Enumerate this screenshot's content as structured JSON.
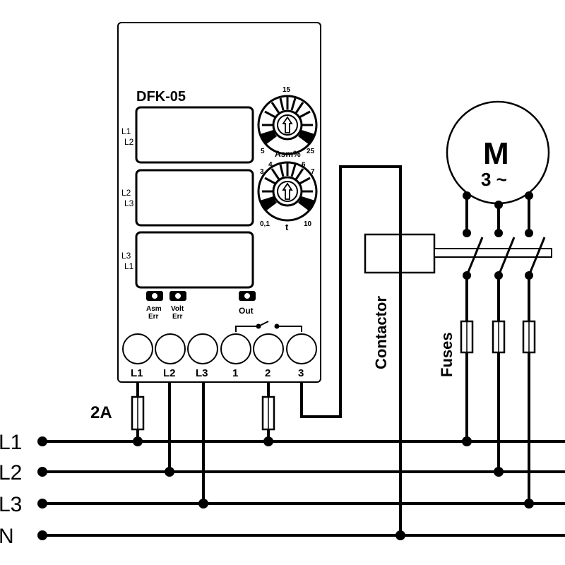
{
  "device": {
    "model": "DFK-05",
    "displays": [
      {
        "line_a": "L1",
        "line_b": "L2"
      },
      {
        "line_a": "L2",
        "line_b": "L3"
      },
      {
        "line_a": "L3",
        "line_b": "L1"
      }
    ],
    "knob_asym": {
      "label": "Asm%",
      "min": "5",
      "mid": "15",
      "max": "25"
    },
    "knob_time": {
      "label": "t",
      "min": "0,1",
      "t3": "3",
      "t4": "4",
      "t6": "6",
      "t7": "7",
      "max": "10"
    },
    "leds": [
      {
        "line1": "Asm",
        "line2": "Err"
      },
      {
        "line1": "Volt",
        "line2": "Err"
      },
      {
        "line1": "Out",
        "line2": ""
      }
    ],
    "terminals": [
      "L1",
      "L2",
      "L3",
      "1",
      "2",
      "3"
    ]
  },
  "labels": {
    "fuse_rating": "2A",
    "contactor": "Contactor",
    "fuses": "Fuses",
    "motor_letter": "M",
    "motor_phase": "3 ~"
  },
  "lines": [
    "L1",
    "L2",
    "L3",
    "N"
  ]
}
